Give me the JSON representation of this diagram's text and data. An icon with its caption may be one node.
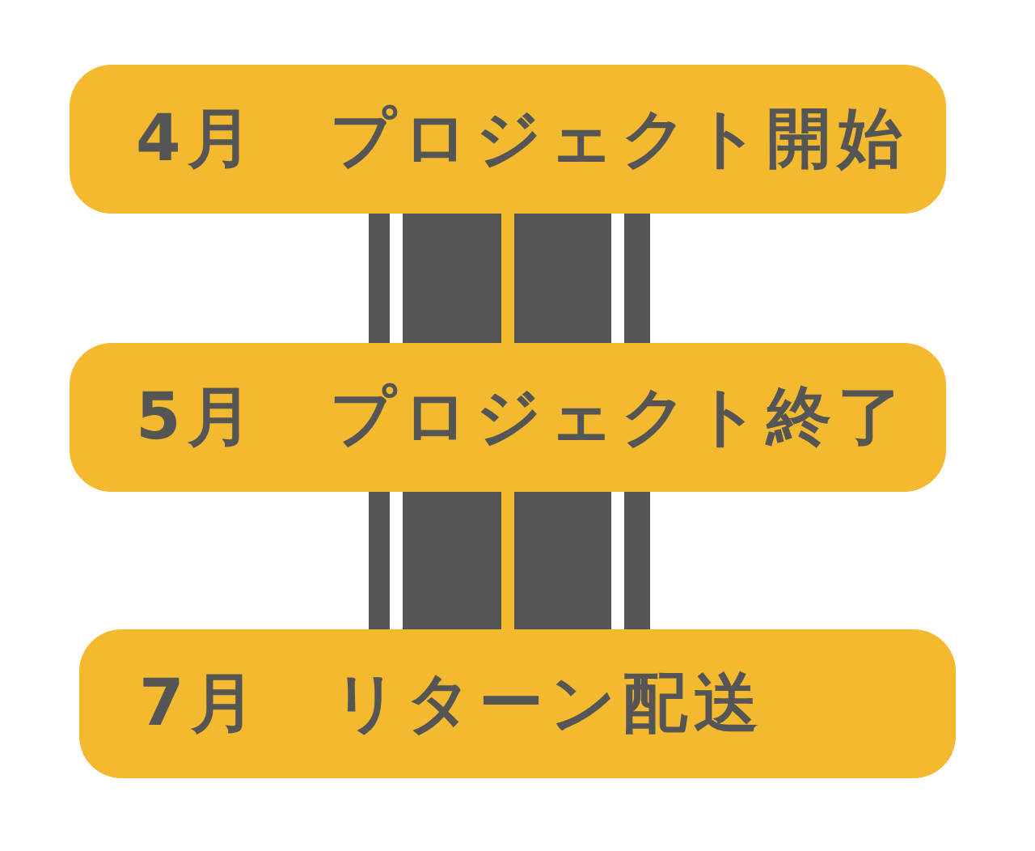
{
  "diagram": {
    "nodes": [
      {
        "text": [
          "4月　プロジェクト開始"
        ]
      },
      {
        "text": [
          "5月　プロジェクト終了"
        ]
      },
      {
        "text": [
          "7月　リターン配送"
        ]
      }
    ],
    "edges": [
      {
        "from": 0,
        "to": 1,
        "arrow": "none"
      },
      {
        "from": 1,
        "to": 2,
        "arrow": "none"
      }
    ]
  }
}
